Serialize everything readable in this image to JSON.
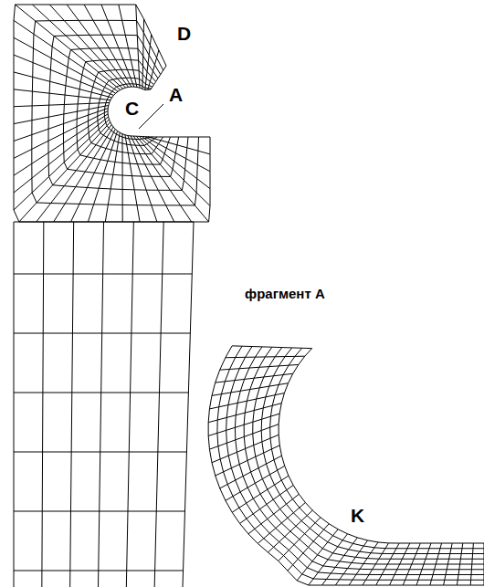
{
  "diagram": {
    "labels": [
      "D",
      "C",
      "A",
      "фрагмент A",
      "K"
    ]
  }
}
